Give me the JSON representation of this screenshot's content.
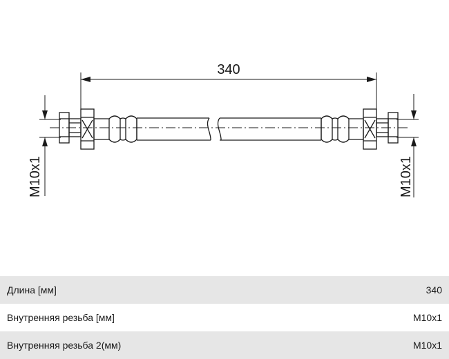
{
  "drawing": {
    "length_label": "340",
    "left_thread_label": "M10x1",
    "right_thread_label": "M10x1"
  },
  "specs": [
    {
      "label": "Длина [мм]",
      "value": "340"
    },
    {
      "label": "Внутренняя резьба [мм]",
      "value": "M10x1"
    },
    {
      "label": "Внутренняя резьба 2(мм)",
      "value": "M10x1"
    }
  ]
}
